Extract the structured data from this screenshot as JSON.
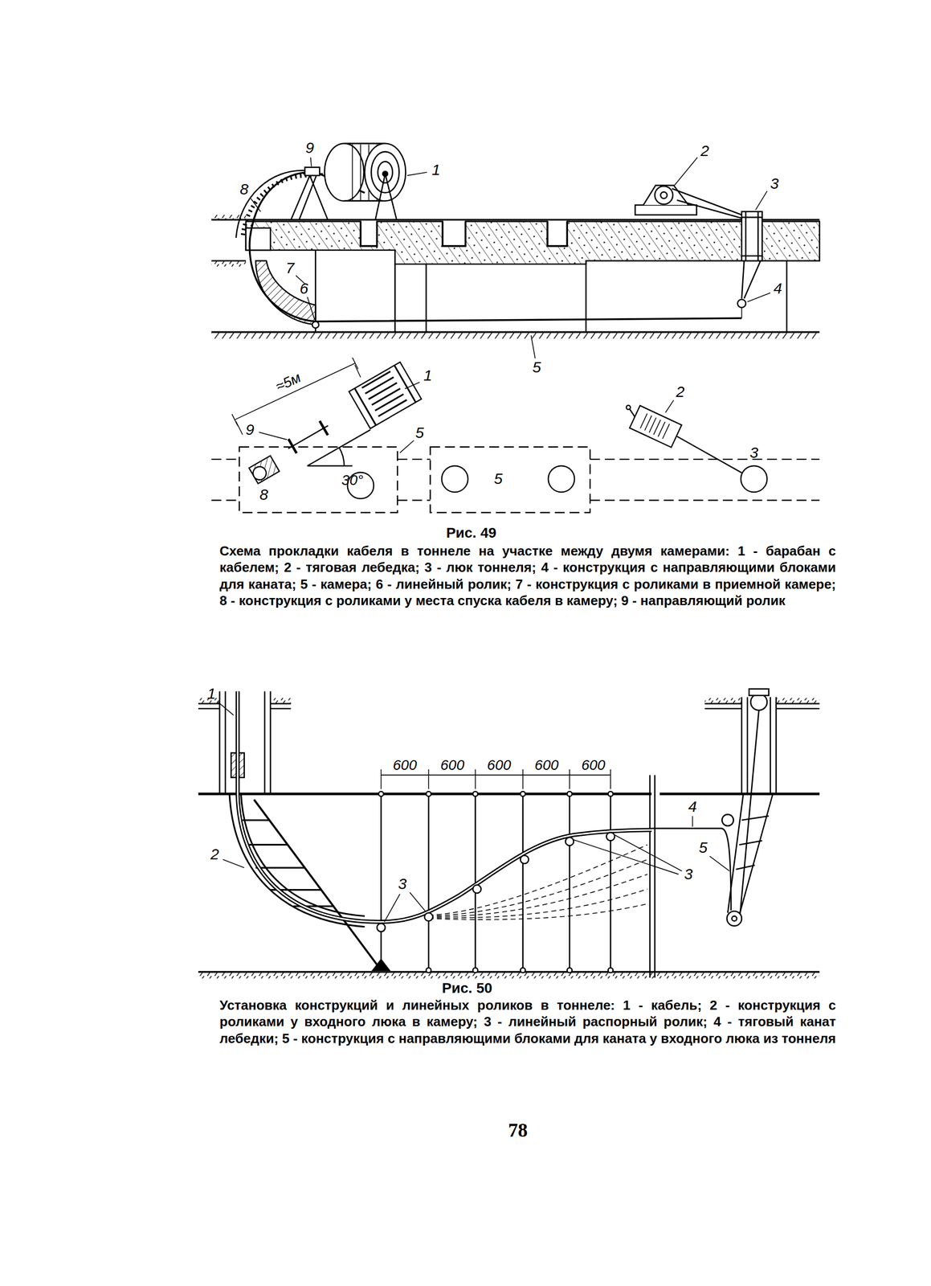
{
  "diagram": {
    "labels": [
      "9",
      "1",
      "2",
      "3",
      "8",
      "7",
      "6",
      "4",
      "5",
      "≈5м",
      "1",
      "2",
      "9",
      "5",
      "30°",
      "3",
      "5",
      "8",
      "Рис. 49",
      "Схема прокладки кабеля в тоннеле на участке между двумя камерами: 1 - барабан с кабелем; 2 - тяговая лебедка; 3 - люк тоннеля; 4 - конструкция с направляющими блоками для каната; 5 - камера; 6 - линейный ролик; 7 - конструкция с роликами в приемной камере; 8 - конструкция с роликами у места спуска кабеля в камеру; 9 - направляющий ролик",
      "1",
      "600",
      "600",
      "600",
      "600",
      "600",
      "2",
      "4",
      "5",
      "3",
      "3",
      "Рис. 50",
      "Установка конструкций и линейных роликов в тоннеле: 1 - кабель; 2 - конструкция с роликами у входного люка в камеру; 3 - линейный распорный ролик; 4 - тяговый канат лебедки; 5 - конструкция с направляющими блоками для каната у входного люка из тоннеля",
      "78"
    ]
  }
}
